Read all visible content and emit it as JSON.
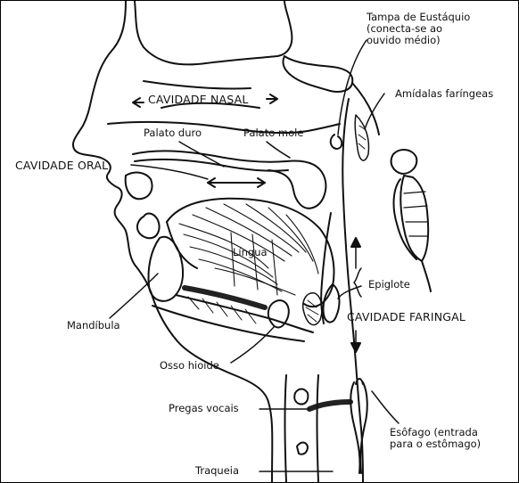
{
  "labels": {
    "tampa": "Tampa de Eustáquio\n(conecta-se ao\nouvido médio)",
    "nasal": "CAVIDADE NASAL",
    "amidalas": "Amídalas faríngeas",
    "palato_duro": "Palato duro",
    "palato_mole": "Palato mole",
    "oral": "CAVIDADE ORAL",
    "lingua": "Língua",
    "epiglote": "Epiglote",
    "mandibula": "Mandíbula",
    "faringal": "CAVIDADE FARINGAL",
    "osso_hioide": "Osso hioide",
    "pregas": "Pregas vocais",
    "esofago": "Esôfago (entrada\npara o estômago)",
    "traqueia": "Traqueia"
  }
}
